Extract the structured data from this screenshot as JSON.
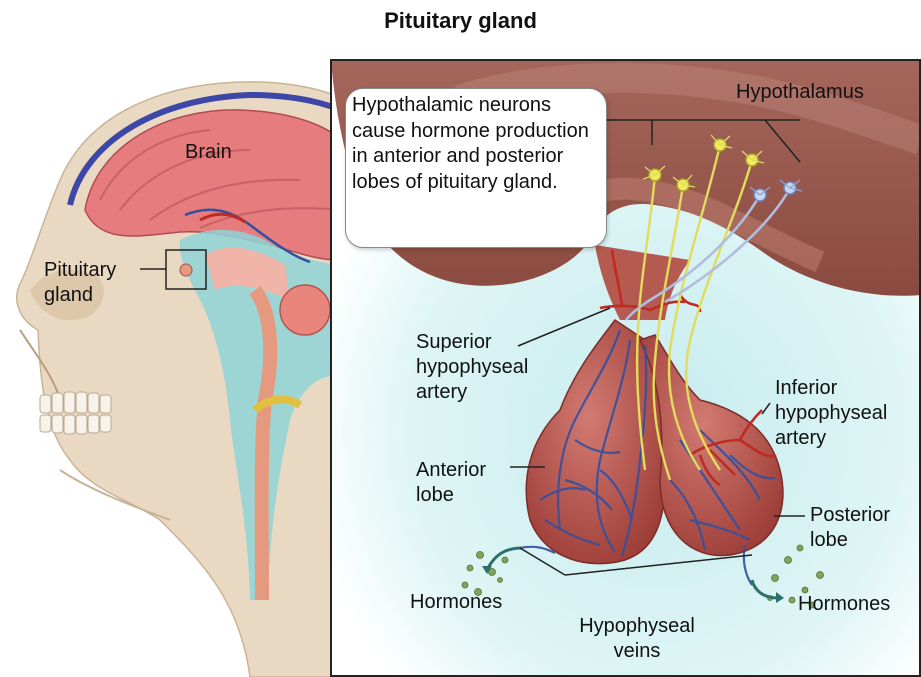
{
  "title": "Pituitary gland",
  "labels": {
    "brain": "Brain",
    "pituitary": "Pituitary\ngland",
    "hypothalamus": "Hypothalamus",
    "callout": "Hypothalamic neurons cause hormone production in anterior and posterior lobes of pituitary gland.",
    "superior_artery": "Superior\nhypophyseal\nartery",
    "inferior_artery": "Inferior\nhypophyseal\nartery",
    "anterior_lobe": "Anterior\nlobe",
    "posterior_lobe": "Posterior\nlobe",
    "hormones_left": "Hormones",
    "hormones_right": "Hormones",
    "veins": "Hypophyseal\nveins"
  },
  "colors": {
    "gland": "#b8524a",
    "vessels_blue": "#3350a0",
    "arteries_red": "#c02a22",
    "neurons": "#e2dc5a",
    "brain_pink": "#e0787a",
    "csf_teal": "#8fd3d8",
    "skull": "#e8d6bd"
  }
}
